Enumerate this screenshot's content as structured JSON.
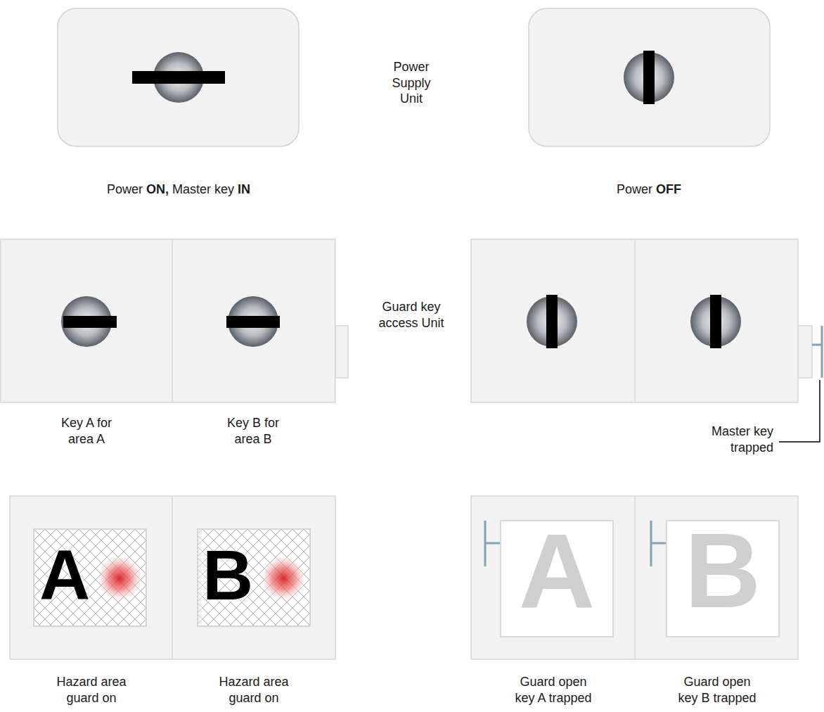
{
  "diagram": {
    "nodes": [
      {
        "text": [
          "Power ON, Master key IN"
        ]
      },
      {
        "text": [
          "Power OFF"
        ]
      },
      {
        "text": [
          "Key A for area A"
        ]
      },
      {
        "text": [
          "Key B for area B"
        ]
      },
      {
        "text": [
          "A",
          "Hazard area guard on"
        ]
      },
      {
        "text": [
          "B",
          "Hazard area guard on"
        ]
      },
      {
        "text": [
          "A",
          "Guard open key A trapped"
        ]
      },
      {
        "text": [
          "B",
          "Guard open key B trapped"
        ]
      }
    ],
    "labels": [
      "Power Supply Unit",
      "Guard key access Unit",
      "Master key trapped"
    ]
  }
}
